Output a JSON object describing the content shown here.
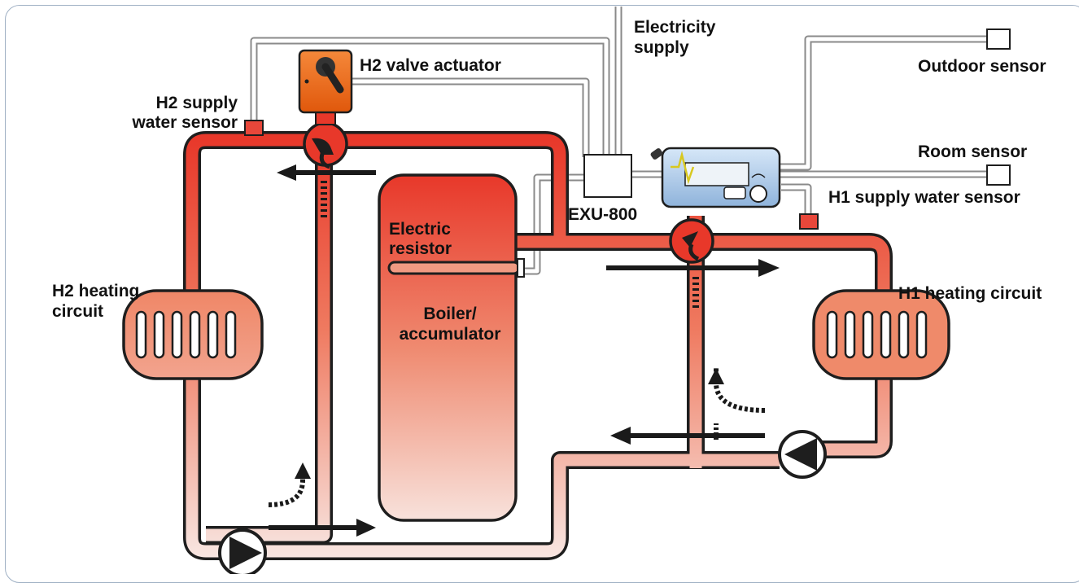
{
  "labels": {
    "electricity_supply": [
      "Electricity",
      "supply"
    ],
    "h2_valve_actuator": "H2 valve actuator",
    "h2_supply_water_sensor": [
      "H2 supply",
      "water sensor"
    ],
    "outdoor_sensor": "Outdoor sensor",
    "room_sensor": "Room sensor",
    "h1_supply_water_sensor": "H1 supply water sensor",
    "exu_800": "EXU-800",
    "electric_resistor": [
      "Electric",
      "resistor"
    ],
    "boiler_accumulator": [
      "Boiler/",
      "accumulator"
    ],
    "h2_heating_circuit": [
      "H2 heating",
      "circuit"
    ],
    "h1_heating_circuit": "H1 heating circuit"
  },
  "colors": {
    "pipe_hot": "#e8382a",
    "pipe_cool": "#f6e6e2",
    "actuator": "#f07a1c",
    "controller": "#b9d4f0",
    "sensor": "#e8473a",
    "arrow": "#1a1a1a",
    "frame": "#9fb0c4"
  }
}
